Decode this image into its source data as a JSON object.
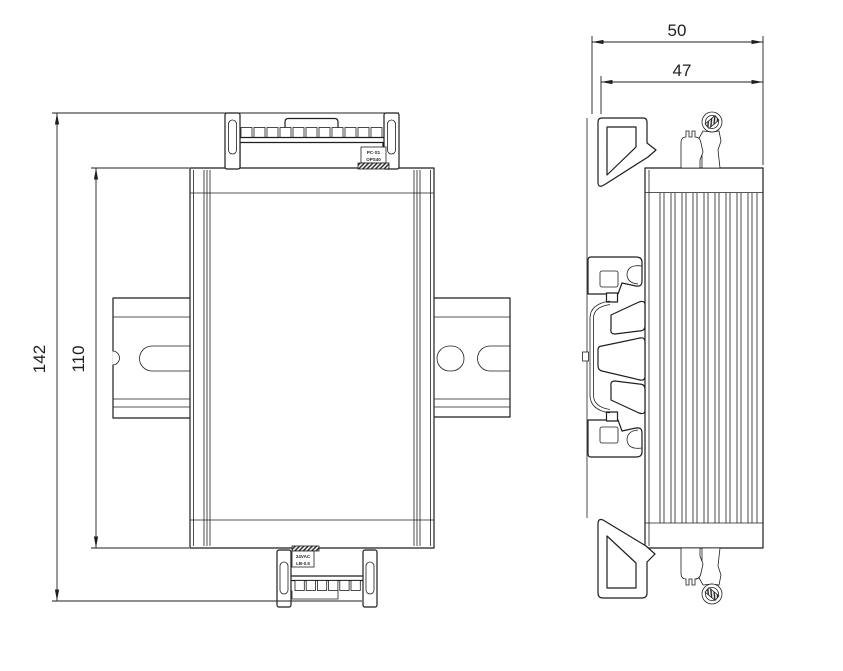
{
  "drawing": {
    "dimensions": {
      "overall_height": "142",
      "body_height": "110",
      "overall_depth": "50",
      "body_depth": "47"
    },
    "micro_labels": {
      "top_line1": "PC-S1",
      "top_line2": "OPS40",
      "bottom_line1": "24VAC",
      "bottom_line2": "LB-0.5"
    },
    "colors": {
      "line": "#1f1f1f",
      "background": "#ffffff"
    }
  }
}
